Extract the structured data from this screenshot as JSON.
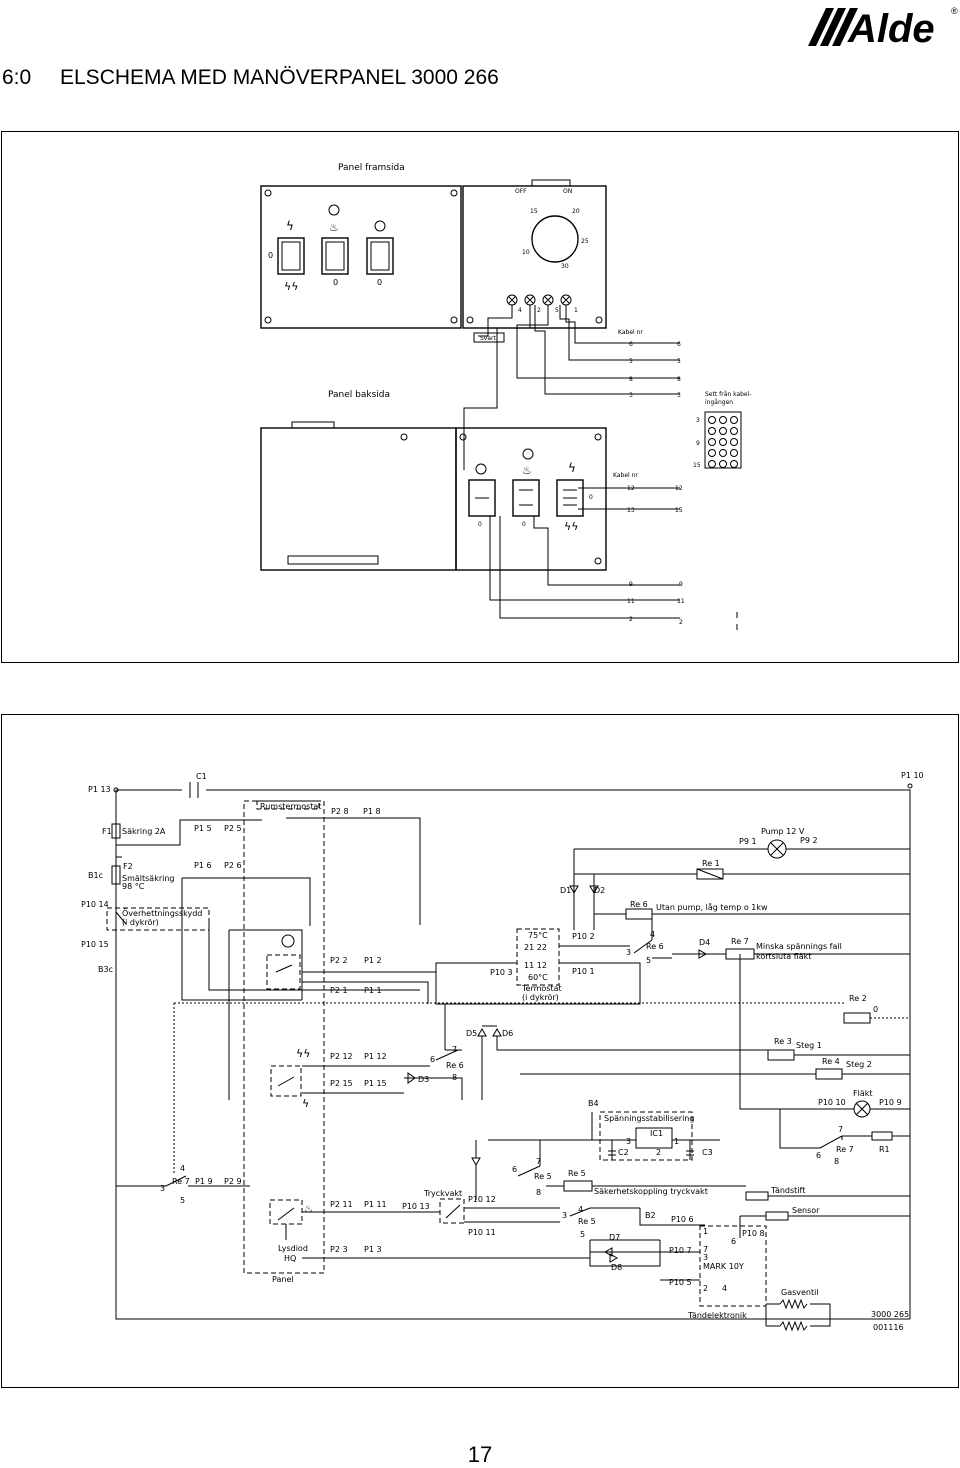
{
  "header": {
    "section": "6:0",
    "title": "ELSCHEMA MED MANÖVERPANEL 3000 266"
  },
  "logo": {
    "text": "Alde",
    "mark": "®"
  },
  "page_number": "17",
  "panel_diagram": {
    "front_title": "Panel framsida",
    "back_title": "Panel baksida",
    "off_label": "OFF",
    "on_label": "ON",
    "dial_values": [
      "15",
      "20",
      "10",
      "25",
      "30"
    ],
    "front_zero_1": "0",
    "front_zero_2": "0",
    "front_zero_left": "0",
    "terminal_labels": [
      "4",
      "2",
      "5",
      "1"
    ],
    "svart_label": "Svart",
    "kabel_nr_1": "Kabel nr",
    "cable_rows_top": [
      {
        "left": "6",
        "right": "6"
      },
      {
        "left": "5",
        "right": "5"
      },
      {
        "left": "8",
        "right": "8"
      },
      {
        "left": "3",
        "right": "3"
      }
    ],
    "connector_title_1": "Sett från kabel-",
    "connector_title_2": "ingången",
    "connector_numbers": [
      "3",
      "9",
      "15"
    ],
    "kabel_nr_2": "Kabel nr",
    "cable_rows_mid": [
      {
        "left": "12",
        "right": "12"
      },
      {
        "left": "13",
        "right": "15"
      }
    ],
    "back_zeros": [
      "0",
      "0",
      "0"
    ],
    "cable_rows_bottom": [
      {
        "left": "9",
        "right": "9"
      },
      {
        "left": "11",
        "right": "11"
      },
      {
        "left": "2",
        "right": "2"
      }
    ]
  },
  "schematic": {
    "p1_13": "P1 13",
    "p1_10": "P1 10",
    "c1": "C1",
    "rumstermostat": "Rumstermostat",
    "p2_8": "P2 8",
    "p1_8": "P1 8",
    "f1": "F1",
    "sakring": "Säkring 2A",
    "p1_5": "P1 5",
    "p2_5": "P2 5",
    "f2": "F2",
    "b1c": "B1c",
    "smaltsakring": "Smältsäkring",
    "smalt_temp": "98 °C",
    "p1_6": "P1 6",
    "p2_6": "P2 6",
    "pump": "Pump 12 V",
    "p9_1": "P9 1",
    "p9_2": "P9 2",
    "re1": "Re 1",
    "d1": "D1",
    "d2": "D2",
    "p10_14": "P10 14",
    "overhettning": "Överhettningsskydd",
    "i_dykror_1": "(i dykrör)",
    "re6_coil": "Re 6",
    "utan_pump": "Utan pump, låg temp o 1kw",
    "p10_15": "P10 15",
    "b3c": "B3c",
    "t75": "75°C",
    "t21_22": "21    22",
    "t11_12": "11    12",
    "t60": "60°C",
    "p10_2": "P10 2",
    "p10_3": "P10 3",
    "p10_1": "P10 1",
    "re6_sw": "Re 6",
    "re6_sw_4": "4",
    "re6_sw_3": "3",
    "re6_sw_5": "5",
    "d4": "D4",
    "re7_coil": "Re 7",
    "minska": "Minska spännings fall",
    "kortsluta": "kortsluta fläkt",
    "termostat": "Termostat",
    "i_dykror_2": "(i dykrör)",
    "p2_2": "P2 2",
    "p1_2": "P1 2",
    "p2_1": "P2 1",
    "p1_1": "P1 1",
    "re2": "Re 2",
    "re2_0": "0",
    "d5": "D5",
    "d6": "D6",
    "re3": "Re 3",
    "steg1": "Steg 1",
    "re4": "Re 4",
    "steg2": "Steg 2",
    "p2_12": "P2 12",
    "p1_12": "P1 12",
    "p2_15": "P2 15",
    "p1_15": "P1 15",
    "d3": "D3",
    "re6_b": "Re 6",
    "re6_b_6": "6",
    "re6_b_7": "7",
    "re6_b_8": "8",
    "flakt": "Fläkt",
    "p10_10": "P10 10",
    "p10_9": "P10 9",
    "b4": "B4",
    "spanningsstab": "Spänningsstabilisering",
    "ic1": "IC1",
    "ic1_3": "3",
    "ic1_1": "1",
    "ic1_2": "2",
    "c2": "C2",
    "c3": "C3",
    "re7_sw": "Re 7",
    "re7_sw_7": "7",
    "re7_sw_6": "6",
    "re7_sw_8": "8",
    "r1": "R1",
    "re7_left": "Re 7",
    "re7_left_4": "4",
    "re7_left_3": "3",
    "re7_left_5": "5",
    "p1_9": "P1 9",
    "p2_9": "P2 9",
    "re5_sw_top": "Re 5",
    "re5_sw_6": "6",
    "re5_sw_7": "7",
    "re5_sw_8": "8",
    "re5_coil": "Re 5",
    "tandstift": "Tändstift",
    "sakerhet": "Säkerhetskoppling tryckvakt",
    "tryckvakt": "Tryckvakt",
    "p2_11": "P2 11",
    "p1_11": "P1 11",
    "p10_13": "P10 13",
    "p10_12": "P10 12",
    "p10_11": "P10 11",
    "re5_b": "Re 5",
    "re5_b_3": "3",
    "re5_b_4": "4",
    "re5_b_5": "5",
    "b2": "B2",
    "p10_6": "P10 6",
    "sensor": "Sensor",
    "p10_8": "P10 8",
    "d7": "D7",
    "d8": "D8",
    "p10_7": "P10 7",
    "mark10": "MARK 10Y",
    "lysdiod": "Lysdiod",
    "lysdiod_sub": "HQ",
    "p2_3": "P2 3",
    "p1_3": "P1 3",
    "panel": "Panel",
    "p10_5": "P10 5",
    "gasventil": "Gasventil",
    "tandelektronik": "Tändelektronik",
    "doc_no": "3000 265",
    "doc_rev": "001116",
    "n1": "1",
    "n2": "2",
    "n3": "3",
    "n4": "4",
    "n6": "6",
    "n7": "7"
  }
}
